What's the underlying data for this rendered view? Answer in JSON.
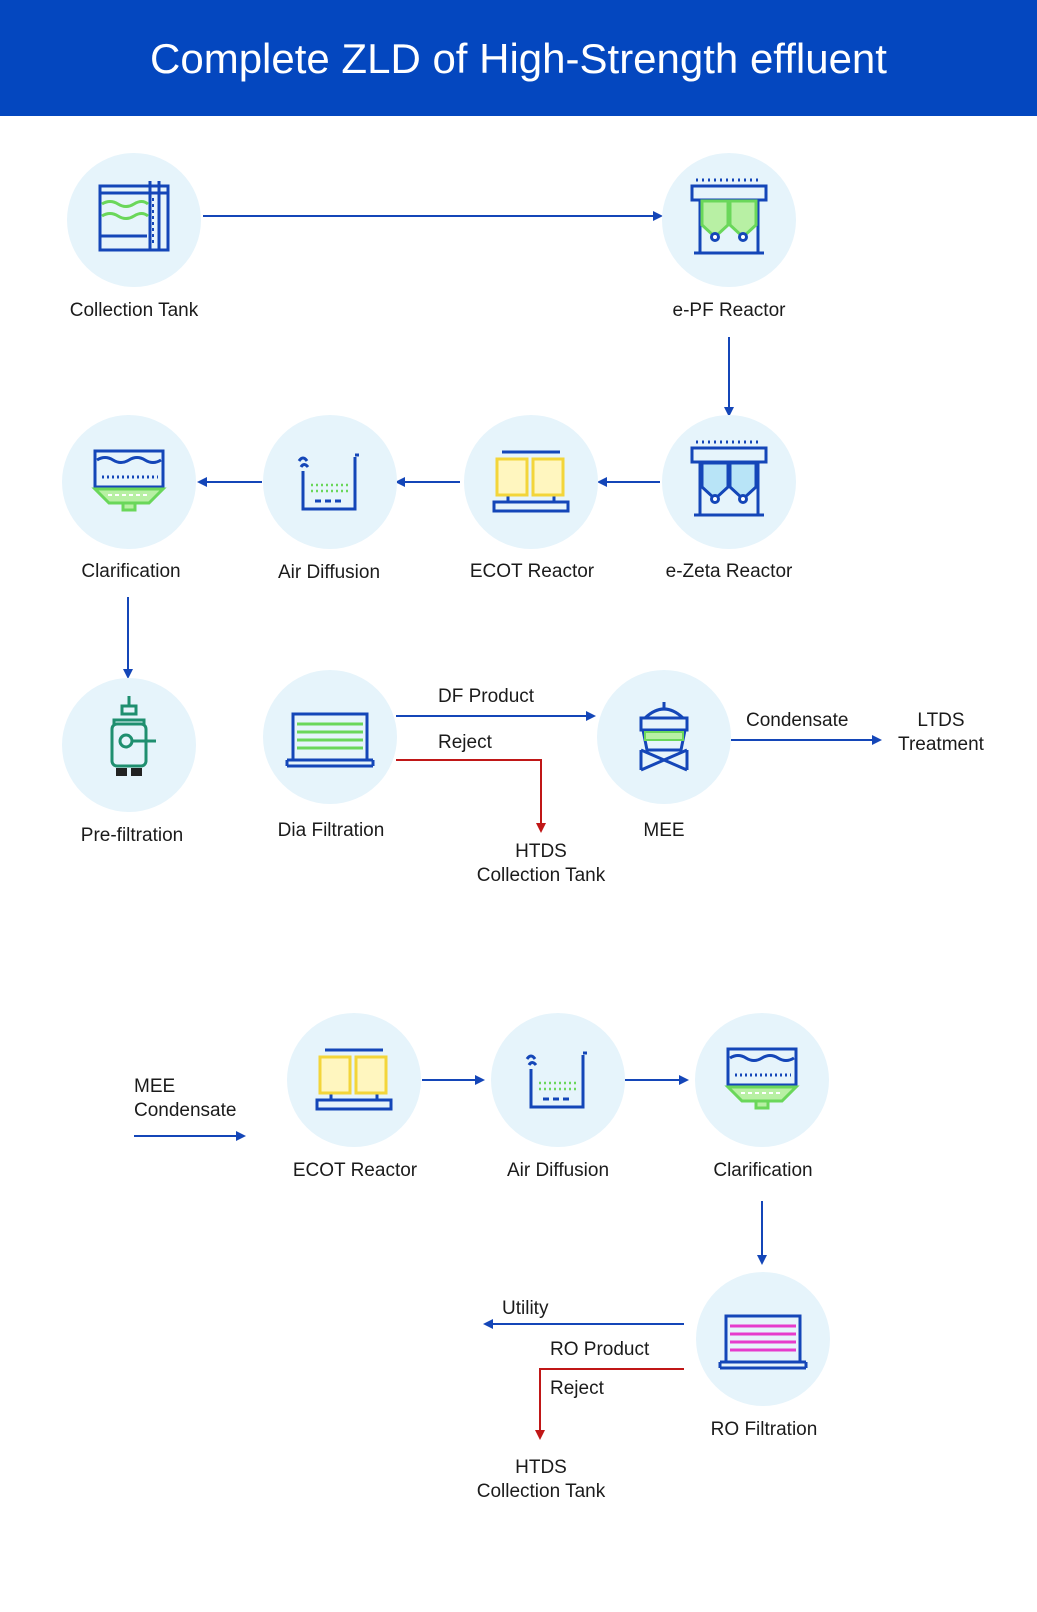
{
  "title": "Complete ZLD of High-Strength effluent",
  "colors": {
    "header": "#0447bf",
    "node_bg": "#e6f4fb",
    "arrow": "#1446b8",
    "reject_arrow": "#c01717",
    "icon_blue": "#1446b8",
    "icon_green": "#6ad75a",
    "icon_yellow": "#f3d53a",
    "icon_teal": "#1f8f6f",
    "icon_magenta": "#e63ccc",
    "icon_lightblue": "#b8e4f7"
  },
  "stage1": {
    "collection_tank": "Collection Tank",
    "epf_reactor": "e-PF Reactor",
    "ezeta_reactor": "e-Zeta Reactor",
    "ecot_reactor": "ECOT Reactor",
    "air_diffusion": "Air Diffusion",
    "clarification": "Clarification",
    "pre_filtration": "Pre-filtration",
    "dia_filtration": "Dia Filtration",
    "df_product": "DF Product",
    "reject": "Reject",
    "htds_line1": "HTDS",
    "htds_line2": "Collection Tank",
    "mee": "MEE",
    "condensate": "Condensate",
    "ltds_line1": "LTDS",
    "ltds_line2": "Treatment"
  },
  "stage2": {
    "mee_condensate_line1": "MEE",
    "mee_condensate_line2": "Condensate",
    "ecot_reactor": "ECOT Reactor",
    "air_diffusion": "Air Diffusion",
    "clarification": "Clarification",
    "ro_filtration": "RO Filtration",
    "utility": "Utility",
    "ro_product": "RO Product",
    "reject": "Reject",
    "htds_line1": "HTDS",
    "htds_line2": "Collection Tank"
  }
}
